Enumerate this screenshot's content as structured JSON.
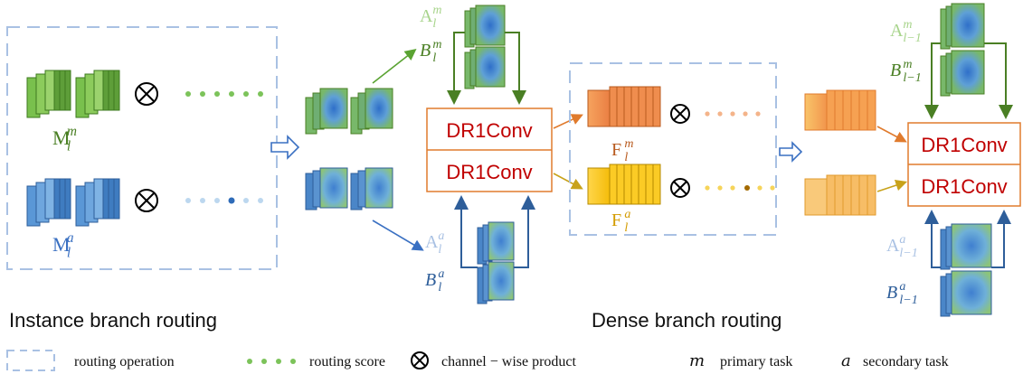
{
  "colors": {
    "green": "#73b84a",
    "green_dark": "#4a7f24",
    "blue": "#4a86c8",
    "blue_dark": "#2e5e9a",
    "orange": "#f28a4b",
    "orange_light": "#f7b07d",
    "yellow": "#f7c400",
    "yellow_dark": "#d39b00",
    "red_text": "#c00000",
    "dash": "#a9c1e3",
    "arrow_green": "#5aa332",
    "arrow_blue": "#3a70c2",
    "arrow_orange": "#e07b2d",
    "arrow_yellow": "#c8a21a"
  },
  "labels": {
    "Mm": {
      "base": "M",
      "sub": "l",
      "sup": "m"
    },
    "Ma": {
      "base": "M",
      "sub": "l",
      "sup": "a"
    },
    "Am": {
      "base": "A",
      "sub": "l",
      "sup": "m"
    },
    "Bm": {
      "base": "B",
      "sub": "l",
      "sup": "m"
    },
    "Aa": {
      "base": "A",
      "sub": "l",
      "sup": "a"
    },
    "Ba": {
      "base": "B",
      "sub": "l",
      "sup": "a"
    },
    "Fm": {
      "base": "F",
      "sub": "l",
      "sup": "m"
    },
    "Fa": {
      "base": "F",
      "sub": "l",
      "sup": "a"
    },
    "Am1": {
      "base": "A",
      "sub": "l−1",
      "sup": "m"
    },
    "Bm1": {
      "base": "B",
      "sub": "l−1",
      "sup": "m"
    },
    "Aa1": {
      "base": "A",
      "sub": "l−1",
      "sup": "a"
    },
    "Ba1": {
      "base": "B",
      "sub": "l−1",
      "sup": "a"
    }
  },
  "conv_label": "DR1Conv",
  "titles": {
    "instance": "Instance branch routing",
    "dense": "Dense branch routing"
  },
  "otimes": "⊗",
  "legend": {
    "routing_operation": "routing  operation",
    "routing_score": "routing  score",
    "channel_product": "channel − wise product",
    "primary_symbol": "m",
    "primary_label": "primary task",
    "secondary_symbol": "a",
    "secondary_label": "secondary task"
  },
  "icons": {
    "dashed_box": "dashed-box-icon",
    "dots": "routing-score-dots-icon",
    "otimes": "otimes-icon",
    "block_arrow": "hollow-arrow-icon"
  }
}
